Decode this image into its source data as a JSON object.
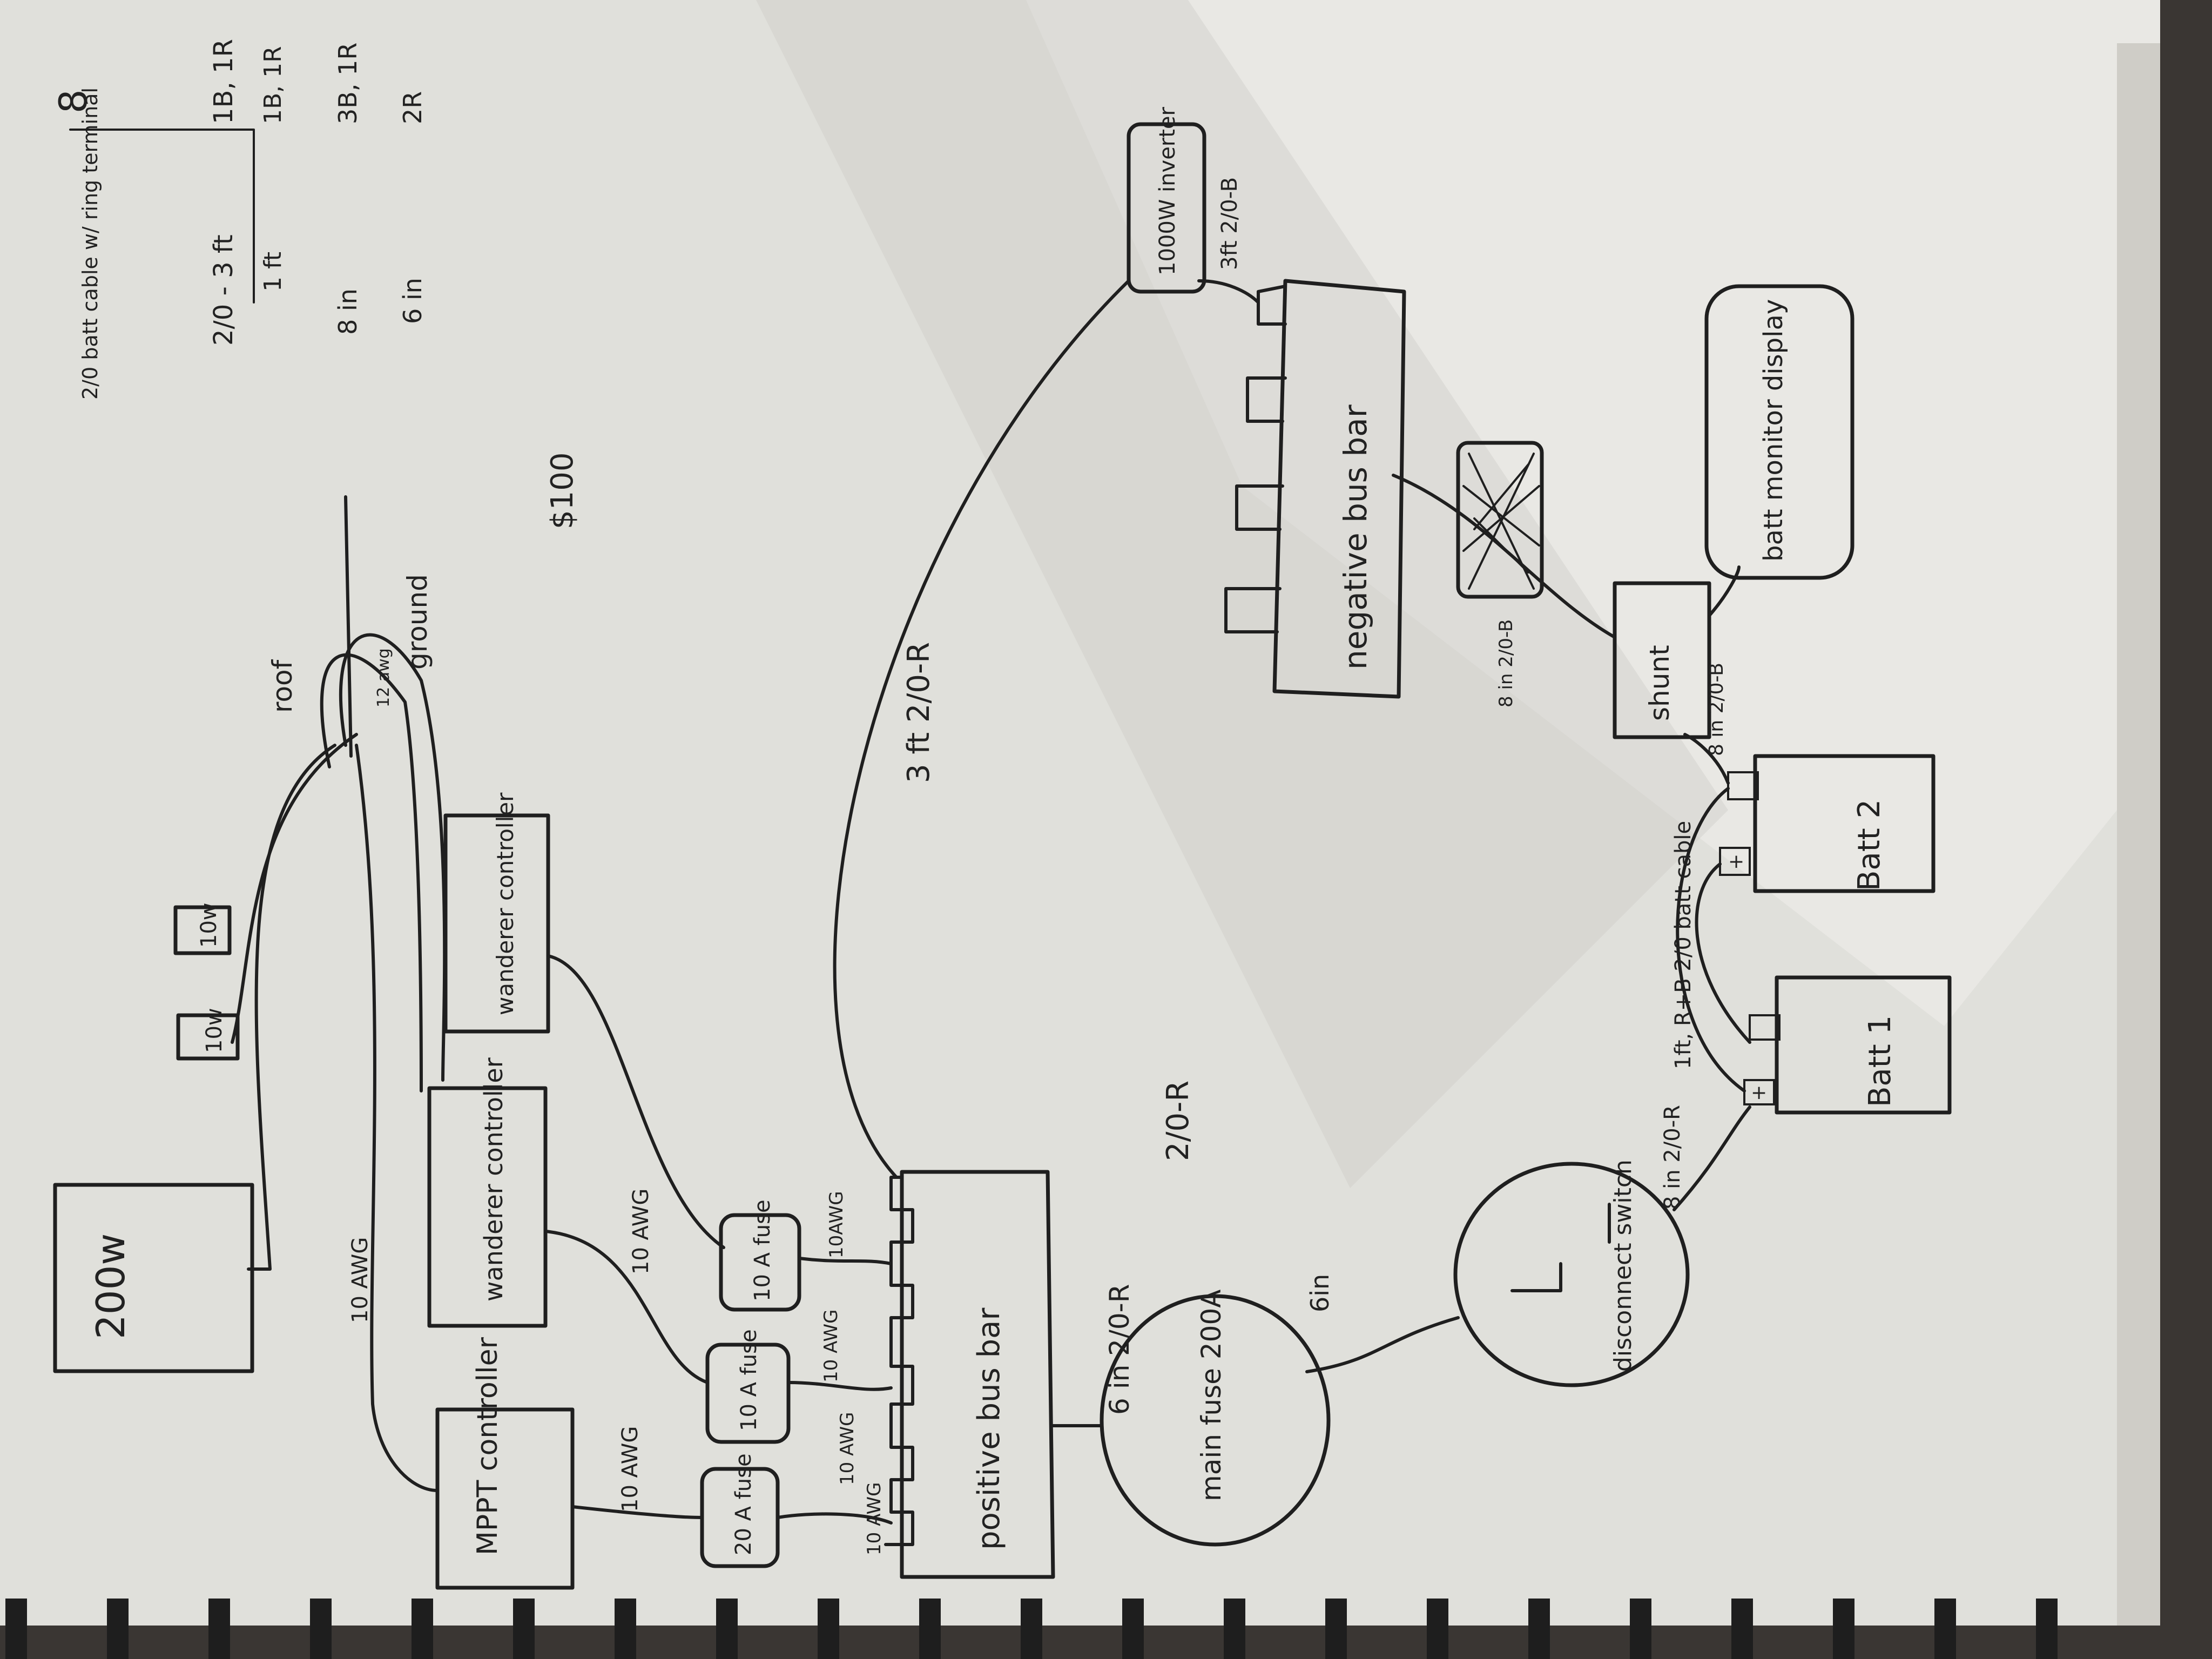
{
  "components": {
    "panel_200w": "200w",
    "panel_10w_a": "10w",
    "panel_10w_b": "10w",
    "mppt": "MPPT controller",
    "wanderer_1": "wanderer controller",
    "wanderer_2": "wanderer controller",
    "fuse_20a": "20 A fuse",
    "fuse_10a_1": "10 A fuse",
    "fuse_10a_2": "10 A fuse",
    "positive_bus": "positive bus bar",
    "negative_bus": "negative bus bar",
    "main_fuse": "main fuse 200A",
    "disconnect": "disconnect switch",
    "batt1": "Batt 1",
    "batt2": "Batt 2",
    "shunt": "shunt",
    "inverter": "1000W inverter",
    "monitor": "batt monitor display",
    "plus_sign": "+",
    "minus_sign": "-"
  },
  "wire_labels": {
    "awg10_a": "10 AWG",
    "awg10_b": "10 AWG",
    "awg10_c": "10 AWG",
    "awg10_d": "10AWG",
    "awg10_e": "10 AWG",
    "awg10_f": "10 AWG",
    "awg10_g": "10 AWG",
    "bus_to_fuse": "6 in 2/0-R",
    "fuse_to_switch": "6in",
    "switch_run": "2/0-R",
    "switch_to_batt": "8 in 2/0-R",
    "batt_link": "1ft, R+B 2/0 batt cable",
    "inverter_pos": "3 ft 2/0-R",
    "inverter_neg": "3ft 2/0-B",
    "shunt_to_bus": "8 in 2/0-B",
    "batt_to_shunt": "8 in 2/0-B",
    "roof": "roof",
    "ground": "ground",
    "awg12": "12 awg"
  },
  "notes": {
    "header_left": "2/0 batt cable w/ ring terminal",
    "header_count": "8",
    "row1_left": "2/0 - 3 ft",
    "row1_right": "1B, 1R",
    "row2_left": "1 ft",
    "row2_right": "1B, 1R",
    "row3_left": "8 in",
    "row3_right": "3B, 1R",
    "row4_left": "6 in",
    "row4_right": "2R",
    "total": "$100"
  }
}
